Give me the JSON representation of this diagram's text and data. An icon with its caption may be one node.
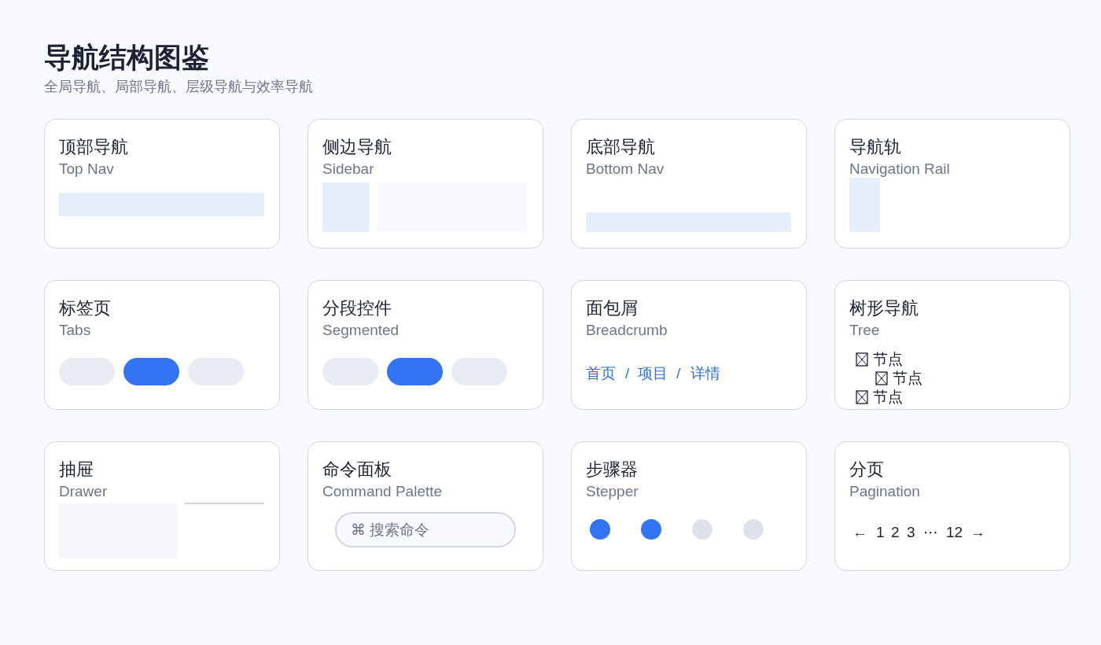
{
  "diagram": {
    "title": "导航结构图鉴",
    "nodes": [
      {
        "text": [
          "顶部导航",
          "Top Nav"
        ]
      },
      {
        "text": [
          "侧边导航",
          "Sidebar"
        ]
      },
      {
        "text": [
          "底部导航",
          "Bottom Nav"
        ]
      },
      {
        "text": [
          "导航轨",
          "Navigation Rail"
        ]
      },
      {
        "text": [
          "标签页",
          "Tabs"
        ]
      },
      {
        "text": [
          "分段控件",
          "Segmented"
        ]
      },
      {
        "text": [
          "面包屑",
          "Breadcrumb"
        ]
      },
      {
        "text": [
          "树形导航",
          "Tree"
        ]
      },
      {
        "text": [
          "抽屉",
          "Drawer"
        ]
      },
      {
        "text": [
          "命令面板",
          "Command Palette"
        ]
      },
      {
        "text": [
          "⌘ 搜索命令"
        ],
        "in": 9
      },
      {
        "text": [
          "步骤器",
          "Stepper"
        ]
      },
      {
        "text": [
          "分页",
          "Pagination"
        ]
      }
    ],
    "edges": [],
    "labels": [
      "全局导航、局部导航、层级导航与效率导航",
      "首页",
      "/",
      "项目",
      "/",
      "详情",
      "节点",
      "节点",
      "节点",
      "←",
      "1",
      "2",
      "3",
      "⋯",
      "12",
      "→"
    ]
  }
}
